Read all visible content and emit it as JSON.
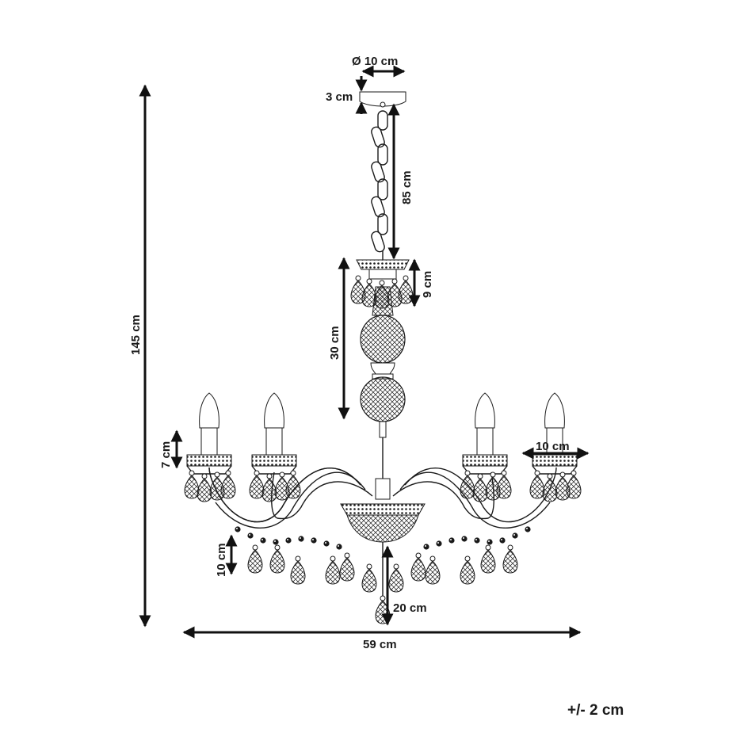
{
  "dimensions": {
    "canopy_diameter": "Ø 10 cm",
    "canopy_height": "3 cm",
    "chain_length": "85 cm",
    "crown_height": "9 cm",
    "column_height": "30 cm",
    "total_height": "145 cm",
    "cup_height": "7 cm",
    "cup_width": "10 cm",
    "pendant_drop": "10 cm",
    "bottom_drop": "20 cm",
    "total_width": "59 cm"
  },
  "tolerance": "+/- 2 cm",
  "colors": {
    "ink": "#1a1a1a",
    "background": "#ffffff"
  }
}
